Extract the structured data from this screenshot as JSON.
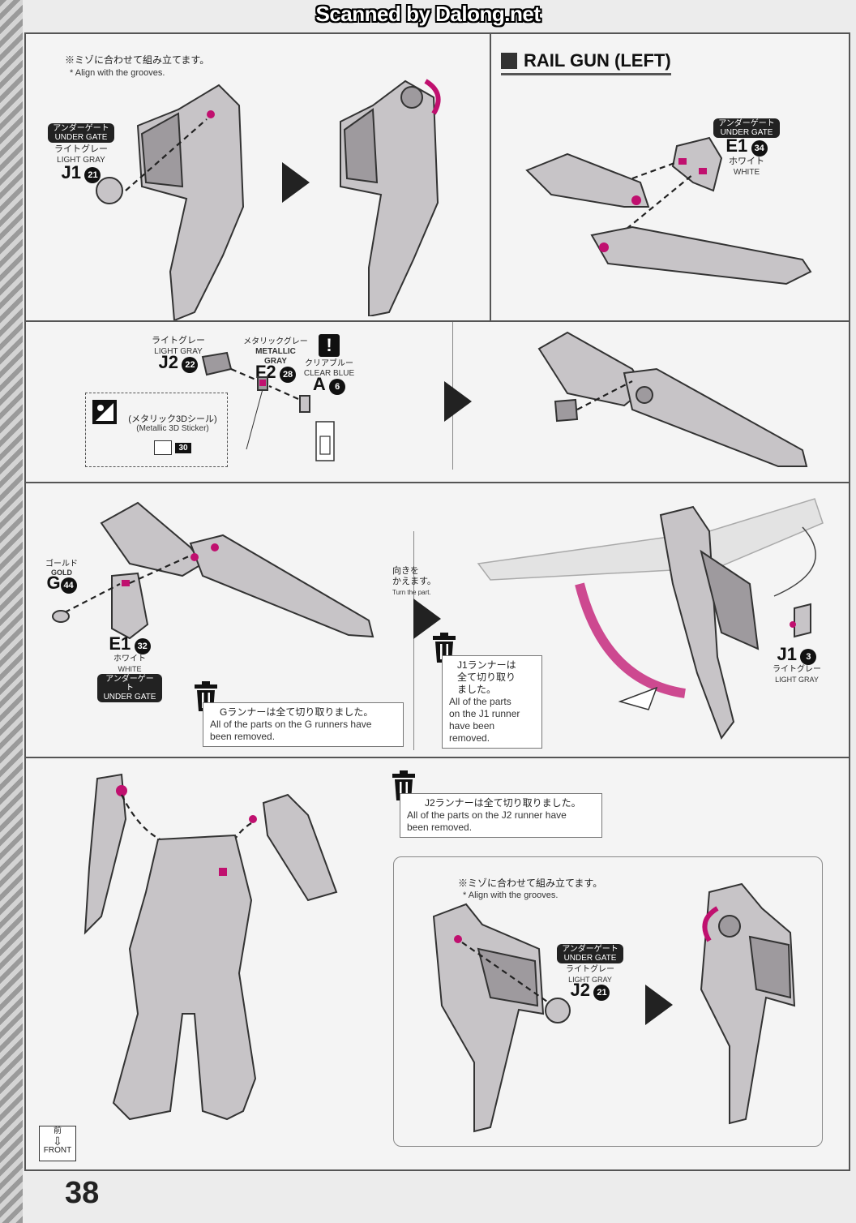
{
  "header": {
    "scanner_credit": "Scanned by Dalong.net"
  },
  "page_number": "38",
  "front_icon": {
    "jp": "前",
    "en": "FRONT"
  },
  "section_rail_gun": {
    "title": "RAIL GUN (LEFT)"
  },
  "groove_note_1": {
    "jp": "※ミゾに合わせて組み立てます。",
    "en": "* Align with the grooves."
  },
  "groove_note_2": {
    "jp": "※ミゾに合わせて組み立てます。",
    "en": "* Align with the grooves."
  },
  "part_j1_21": {
    "gate_jp": "アンダーゲート",
    "gate_en": "UNDER GATE",
    "color_jp": "ライトグレー",
    "color_en": "LIGHT GRAY",
    "code": "J1",
    "num": "21"
  },
  "part_e1_34": {
    "gate_jp": "アンダーゲート",
    "gate_en": "UNDER GATE",
    "code": "E1",
    "num": "34",
    "color_jp": "ホワイト",
    "color_en": "WHITE"
  },
  "part_j2_22": {
    "color_jp": "ライトグレー",
    "color_en": "LIGHT GRAY",
    "code": "J2",
    "num": "22"
  },
  "part_f2_28": {
    "color_jp": "メタリックグレー",
    "color_en": "METALLIC GRAY",
    "code": "F2",
    "num": "28"
  },
  "part_a_6": {
    "warning": "!",
    "color_jp": "クリアブルー",
    "color_en": "CLEAR BLUE",
    "code": "A",
    "num": "6"
  },
  "sticker": {
    "jp": "(メタリック3Dシール)",
    "en": "(Metallic 3D Sticker)",
    "num": "30"
  },
  "part_g_44": {
    "color_jp": "ゴールド",
    "color_en": "GOLD",
    "code": "G",
    "num": "44"
  },
  "part_e1_32": {
    "code": "E1",
    "num": "32",
    "color_jp": "ホワイト",
    "color_en": "WHITE",
    "gate_jp": "アンダーゲート",
    "gate_en": "UNDER GATE"
  },
  "turn_note": {
    "jp1": "向きを",
    "jp2": "かえます。",
    "en": "Turn the part."
  },
  "runner_g": {
    "jp": "Gランナーは全て切り取りました。",
    "en1": "All of the parts on the G runners have",
    "en2": "been removed."
  },
  "runner_j1": {
    "jp1": "J1ランナーは",
    "jp2": "全て切り取り",
    "jp3": "ました。",
    "en1": "All of the parts",
    "en2": "on the J1 runner",
    "en3": "have been",
    "en4": "removed."
  },
  "part_j1_3": {
    "code": "J1",
    "num": "3",
    "color_jp": "ライトグレー",
    "color_en": "LIGHT GRAY"
  },
  "runner_j2": {
    "jp": "J2ランナーは全て切り取りました。",
    "en1": "All of the parts on the J2 runner have",
    "en2": "been removed."
  },
  "part_j2_21": {
    "gate_jp": "アンダーゲート",
    "gate_en": "UNDER GATE",
    "color_jp": "ライトグレー",
    "color_en": "LIGHT GRAY",
    "code": "J2",
    "num": "21"
  },
  "colors": {
    "accent_pin": "#c0106f",
    "part_fill": "#c7c4c7",
    "border": "#555555"
  }
}
